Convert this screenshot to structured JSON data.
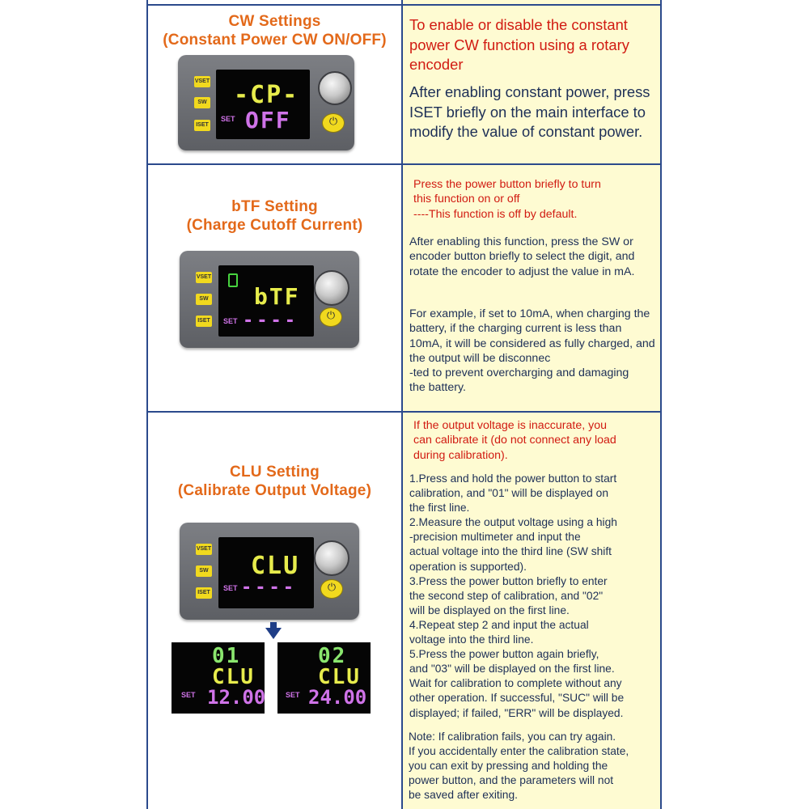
{
  "sections": [
    {
      "title_line1": "CW Settings",
      "title_line2": "(Constant Power CW ON/OFF)",
      "red_text": "To enable or disable the constant power CW function using a rotary encoder",
      "body_text": "After enabling constant power, press ISET briefly on the main interface to modify the value of constant power.",
      "display": {
        "line1": "-CP-",
        "set_label": "SET",
        "line2": "OFF",
        "keys": [
          "VSET",
          "SW",
          "ISET"
        ]
      }
    },
    {
      "title_line1": "bTF Setting",
      "title_line2": "(Charge Cutoff Current)",
      "red_text": "Press the power button briefly to turn\nthis function on or off\n----This function is off by default.",
      "body_text": "After enabling this function, press the SW or encoder button briefly to select the digit, and rotate the encoder to adjust the value in mA.",
      "body_text2": "For example, if set to 10mA, when charging the battery, if the charging current is less than 10mA, it will be considered as fully charged, and the output will be disconnec\n-ted to prevent overcharging and damaging\n the battery.",
      "display": {
        "line1": "bTF",
        "set_label": "SET",
        "line2": "----",
        "keys": [
          "VSET",
          "SW",
          "ISET"
        ]
      }
    },
    {
      "title_line1": "CLU Setting",
      "title_line2": "(Calibrate Output Voltage)",
      "red_text": "If the output voltage is inaccurate, you\ncan calibrate it (do not connect any load\nduring calibration).",
      "steps": "1.Press and hold the power button to start\n calibration, and \"01\" will be displayed on\n the first line.\n2.Measure the output voltage using a high\n-precision multimeter and input the\nactual voltage into the third line (SW shift\n operation is supported).\n3.Press the power button briefly to enter\n the second step of calibration, and \"02\"\n will be displayed on the first line.\n4.Repeat step 2 and input the actual\n voltage into the third line.\n5.Press the power button again briefly,\n and \"03\" will be displayed on the first line.\n Wait for calibration to complete without any\n other operation. If successful, \"SUC\" will be\n displayed; if failed, \"ERR\" will be displayed.",
      "note": "Note: If calibration fails, you can try again.\nIf you accidentally enter the calibration state,\nyou can exit by pressing and holding the\npower button, and the parameters will not\nbe saved after exiting.",
      "display": {
        "line1": "CLU",
        "set_label": "SET",
        "line2": "----",
        "keys": [
          "VSET",
          "SW",
          "ISET"
        ]
      },
      "step_displays": [
        {
          "step": "01",
          "name": "CLU",
          "set_label": "SET",
          "value": "12.00"
        },
        {
          "step": "02",
          "name": "CLU",
          "set_label": "SET",
          "value": "24.00"
        }
      ]
    }
  ]
}
